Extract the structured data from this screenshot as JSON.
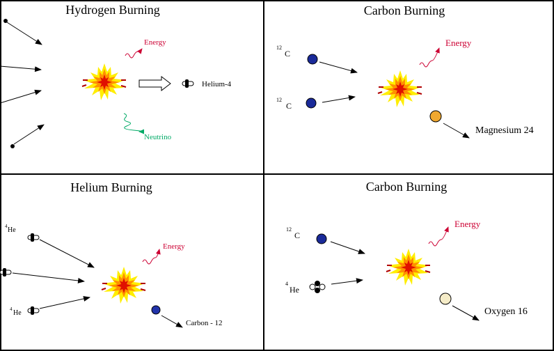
{
  "panels": {
    "hydrogen": {
      "title": "Hydrogen Burning",
      "energy_label": "Energy",
      "neutrino_label": "Neutrino",
      "product_label": "Helium-4"
    },
    "carbon_top": {
      "title": "Carbon Burning",
      "reactant1_mass": "12",
      "reactant1_symbol": "C",
      "reactant2_mass": "12",
      "reactant2_symbol": "C",
      "energy_label": "Energy",
      "product_label": "Magnesium 24"
    },
    "helium": {
      "title": "Helium Burning",
      "reactant1_mass": "4",
      "reactant1_symbol": "He",
      "reactant3_mass": "4",
      "reactant3_symbol": "He",
      "energy_label": "Energy",
      "product_label": "Carbon - 12"
    },
    "carbon_bottom": {
      "title": "Carbon Burning",
      "reactant1_mass": "12",
      "reactant1_symbol": "C",
      "reactant2_mass": "4",
      "reactant2_symbol": "He",
      "energy_label": "Energy",
      "product_label": "Oxygen 16"
    }
  },
  "colors": {
    "energy": "#cc0033",
    "neutrino": "#00aa66",
    "carbon_nucleus": "#1a2a99",
    "magnesium_nucleus": "#f0a830",
    "oxygen_nucleus": "#f5ecc8",
    "carbon12_product": "#2233aa"
  }
}
